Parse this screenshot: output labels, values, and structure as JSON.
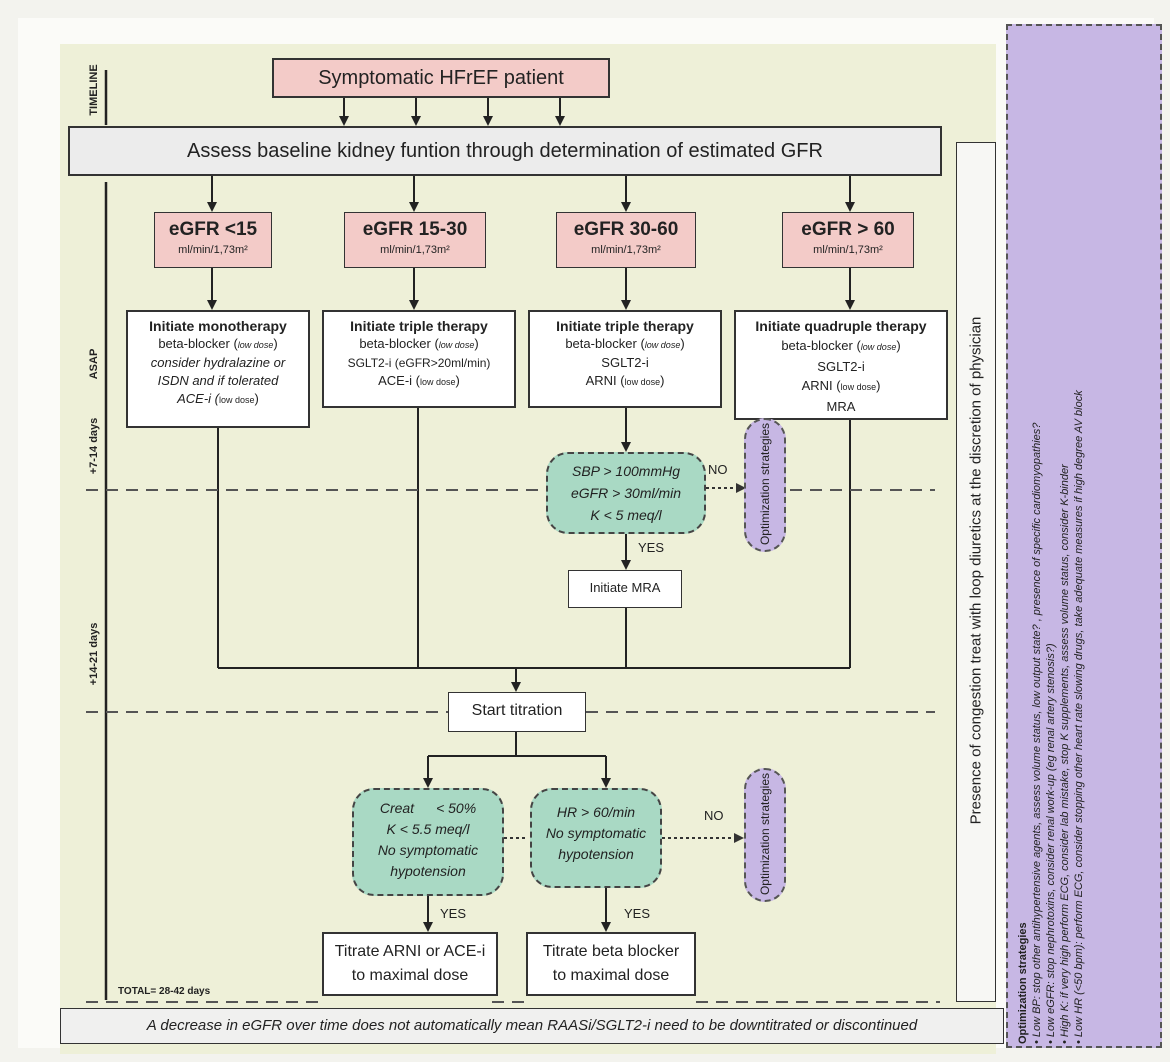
{
  "timeline_labels": {
    "timeline": "TIMELINE",
    "asap": "ASAP",
    "d7_14": "+7-14 days",
    "d14_21": "+14-21 days",
    "total": "TOTAL= 28-42 days"
  },
  "top": {
    "patient": "Symptomatic HFrEF patient",
    "assess": "Assess baseline kidney funtion through determination of estimated GFR"
  },
  "egfr_unit": "ml/min/1,73m²",
  "egfr": [
    "eGFR <15",
    "eGFR 15-30",
    "eGFR 30-60",
    "eGFR > 60"
  ],
  "therapies": {
    "mono": {
      "title": "Initiate monotherapy",
      "l1": "beta-blocker (",
      "l1s": "low dose",
      "l1e": ")",
      "l2": "consider hydralazine or",
      "l3": "ISDN and  if tolerated",
      "l4": "ACE-i (",
      "l4s": "low dose",
      "l4e": ")"
    },
    "triple1": {
      "title": "Initiate triple therapy",
      "l1": "beta-blocker (",
      "l1s": "low dose",
      "l1e": ")",
      "l2": "SGLT2-i (eGFR>20ml/min)",
      "l3": "ACE-i (",
      "l3s": "low dose",
      "l3e": ")"
    },
    "triple2": {
      "title": "Initiate triple therapy",
      "l1": "beta-blocker (",
      "l1s": "low dose",
      "l1e": ")",
      "l2": "SGLT2-i",
      "l3": "ARNI (",
      "l3s": "low dose",
      "l3e": ")"
    },
    "quad": {
      "title": "Initiate quadruple therapy",
      "l1": "beta-blocker (",
      "l1s": "low dose",
      "l1e": ")",
      "l2": "SGLT2-i",
      "l3": "ARNI (",
      "l3s": "low dose",
      "l3e": ")",
      "l4": "MRA"
    }
  },
  "check1": [
    "SBP > 100mmHg",
    "eGFR > 30ml/min",
    "K < 5 meq/l"
  ],
  "yes": "YES",
  "no": "NO",
  "optimization": "Optimization strategies",
  "initiate_mra": "Initiate MRA",
  "start_titration": "Start titration",
  "check2": {
    "l1a": "Creat",
    "l1b": "< 50%",
    "l2": "K < 5.5 meq/l",
    "l3": "No symptomatic",
    "l4": "hypotension"
  },
  "check3": [
    "HR > 60/min",
    "No symptomatic",
    "hypotension"
  ],
  "titrate1": [
    "Titrate ARNI  or ACE-i",
    "to maximal dose"
  ],
  "titrate2": [
    "Titrate beta blocker",
    "to maximal dose"
  ],
  "congestion": "Presence of congestion treat with loop diuretics at the discretion of physician",
  "bottom_note": "A decrease in eGFR over time does not automatically mean RAASi/SGLT2-i need to be downtitrated or discontinued",
  "side": {
    "title": "Optimization strategies",
    "items": [
      "• Low BP: stop other antihypertensive agents, assess volume status, low output state? , presence of specific cardiomyopathies?",
      "• Low eGFR: stop nephrotoxins, consider renal work-up (eg renal artery stenosis?)",
      "• High K: if very high perform ECG, consider lab mistake, stop K supplements, assess volume status, consider K-binder",
      "• Low HR (<50 bpm): perform ECG, consider stopping other heart rate slowing drugs, take adequate measures if high degree AV block"
    ]
  }
}
